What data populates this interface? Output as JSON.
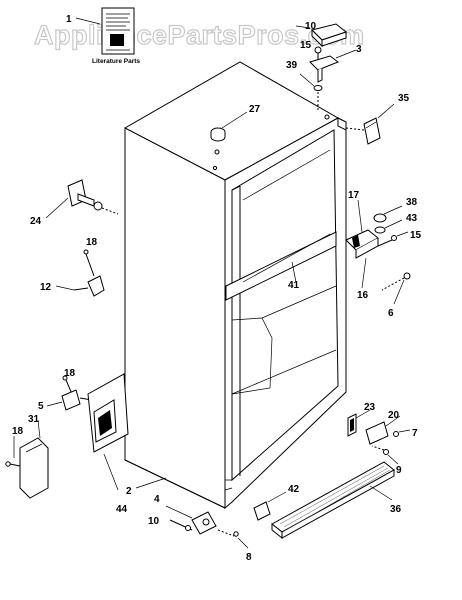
{
  "watermark": "AppliancePartsPros.com",
  "literature_label": "Literature Parts",
  "callouts": {
    "c1": "1",
    "c10a": "10",
    "c15a": "15",
    "c3": "3",
    "c39": "39",
    "c27": "27",
    "c35": "35",
    "c24": "24",
    "c18a": "18",
    "c12": "12",
    "c17": "17",
    "c38": "38",
    "c43": "43",
    "c15b": "15",
    "c41": "41",
    "c16": "16",
    "c6": "6",
    "c18b": "18",
    "c5": "5",
    "c31": "31",
    "c18c": "18",
    "c23": "23",
    "c20": "20",
    "c7": "7",
    "c9": "9",
    "c2": "2",
    "c44": "44",
    "c4": "4",
    "c42": "42",
    "c36": "36",
    "c10b": "10",
    "c8": "8"
  }
}
